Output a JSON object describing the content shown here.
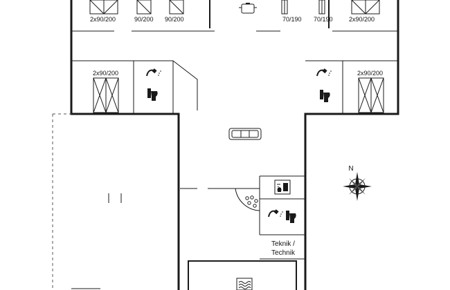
{
  "beds": {
    "b1": "2x90/200",
    "b2": "90/200",
    "b3": "90/200",
    "b4": "70/190",
    "b5": "70/190",
    "b6": "2x90/200",
    "b7": "2x90/200",
    "b8": "2x90/200"
  },
  "compass": {
    "north": "N"
  },
  "rooms": {
    "technik_line1": "Teknik /",
    "technik_line2": "Technik"
  },
  "icons": [
    "bed-icon",
    "shower-icon",
    "toilet-icon",
    "sofa-icon",
    "cooking-pot-icon",
    "washing-machine-icon",
    "whirlpool-icon",
    "pool-icon",
    "compass-rose-icon"
  ]
}
